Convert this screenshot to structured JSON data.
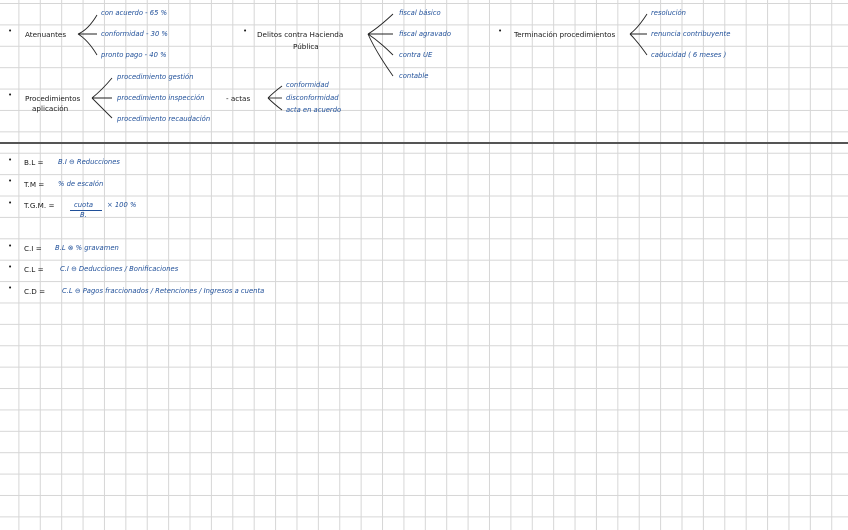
{
  "mindmaps": {
    "atenuantes": {
      "bullet": "•",
      "title": "Atenuantes",
      "items": [
        "con acuerdo  - 65 %",
        "conformidad  - 30 %",
        "pronto pago  - 40 %"
      ]
    },
    "delitos": {
      "bullet": "•",
      "title_line1": "Delitos  contra  Hacienda",
      "title_line2": "Pública",
      "items": [
        "fiscal básico",
        "fiscal agravado",
        "contra UE",
        "contable"
      ]
    },
    "terminacion": {
      "bullet": "•",
      "title": "Terminación  procedimientos",
      "items": [
        "resolución",
        "renuncia  contribuyente",
        "caducidad  ( 6 meses )"
      ]
    },
    "procedimientos": {
      "bullet": "•",
      "title_line1": "Procedimientos",
      "title_line2": "aplicación",
      "items": [
        "procedimiento  gestión",
        "procedimiento  inspección",
        "procedimiento  recaudación"
      ],
      "actas_label": "-  actas",
      "actas_items": [
        "conformidad",
        "disconformidad",
        "acta  en  acuerdo"
      ]
    }
  },
  "formulas": [
    {
      "bullet": "•",
      "lhs": "B.L  =",
      "rhs": "B.I ⊖ Reducciones"
    },
    {
      "bullet": "•",
      "lhs": "T.M  =",
      "rhs": "% de  escalón"
    },
    {
      "bullet": "•",
      "lhs": "T.G.M. =",
      "rhs_num": "cuota",
      "rhs_den": "B.",
      "rhs_tail": "× 100 %"
    },
    {
      "bullet": "•",
      "lhs": "C.I =",
      "rhs": "B.L ⊗  %  gravamen"
    },
    {
      "bullet": "•",
      "lhs": "C.L =",
      "rhs": "C.I  ⊖  Deducciones / Bonificaciones"
    },
    {
      "bullet": "•",
      "lhs": "C.D =",
      "rhs": "C.L  ⊖  Pagos  fraccionados  /  Retenciones  /  Ingresos  a  cuenta"
    }
  ]
}
